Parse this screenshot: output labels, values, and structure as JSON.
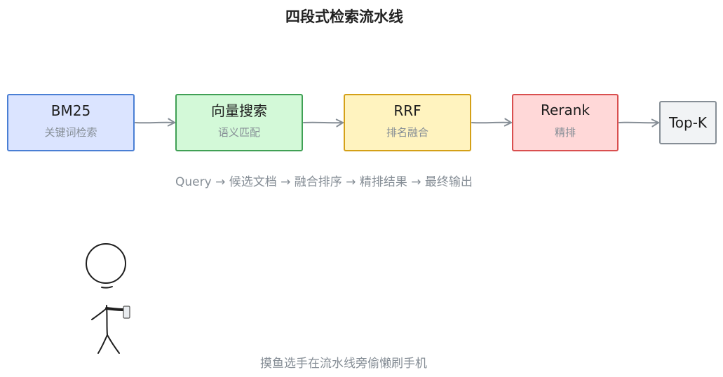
{
  "title": "四段式检索流水线",
  "stages": [
    {
      "label": "BM25",
      "sublabel": "关键词检索",
      "fill": "#dbe4ff",
      "stroke": "#4a7fd4"
    },
    {
      "label": "向量搜索",
      "sublabel": "语义匹配",
      "fill": "#d3f9d8",
      "stroke": "#40a055"
    },
    {
      "label": "RRF",
      "sublabel": "排名融合",
      "fill": "#fff3bf",
      "stroke": "#d4a017"
    },
    {
      "label": "Rerank",
      "sublabel": "精排",
      "fill": "#ffd8d8",
      "stroke": "#d94f4f"
    }
  ],
  "output": {
    "label": "Top-K",
    "fill": "#f1f3f5",
    "stroke": "#868e96"
  },
  "flow_text": "Query → 候选文档 → 融合排序 → 精排结果 → 最终输出",
  "caption": "摸鱼选手在流水线旁偷懒刷手机",
  "colors": {
    "arrow": "#868e96",
    "figure": "#1e1e1e"
  }
}
